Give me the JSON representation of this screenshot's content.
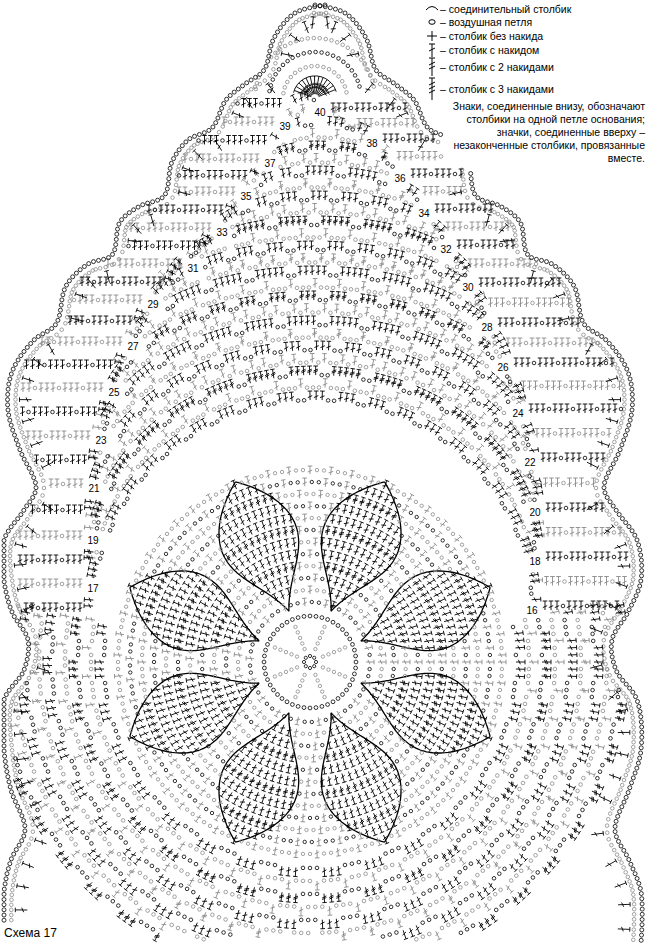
{
  "diagram": {
    "caption": "Схема 17",
    "labels": [
      "Знаки, соединенные внизу, обозначают столбики на одной петле основания; значки, соединенные вверху – незаконченные столбики, провязанные вместе.",
      "40",
      "39",
      "38",
      "37",
      "36",
      "35",
      "34",
      "33",
      "32",
      "31",
      "30",
      "29",
      "28",
      "27",
      "26",
      "25",
      "24",
      "23",
      "22",
      "21",
      "20",
      "19",
      "18",
      "17",
      "16"
    ],
    "legend": [
      {
        "text": "– соединительный столбик"
      },
      {
        "text": "– воздушная петля"
      },
      {
        "text": "– столбик без накида"
      },
      {
        "text": "– столбик с накидом"
      },
      {
        "text": "– столбик с 2 накидами"
      },
      {
        "text": "– столбик с 3 накидами"
      }
    ]
  }
}
